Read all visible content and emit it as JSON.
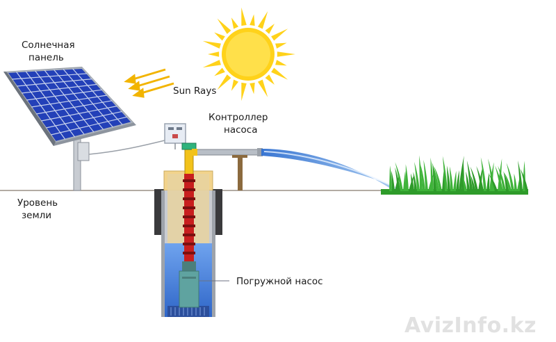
{
  "labels": {
    "solar_panel_line1": "Солнечная",
    "solar_panel_line2": "панель",
    "sun_rays": "Sun Rays",
    "controller_line1": "Контроллер",
    "controller_line2": "насоса",
    "ground_line1": "Уровень",
    "ground_line2": "земли",
    "pump": "Погружной насос"
  },
  "watermark": "AvizInfo.kz",
  "colors": {
    "sun": "#FFD21A",
    "panel_cell": "#1F3FB8",
    "panel_frame": "#9FA6B0",
    "pipe_riser": "#C81E1E",
    "casing_top": "#F2D38C",
    "water": "#3E7DE0",
    "pump_body": "#5FA3A0",
    "jet": "#4A86D6",
    "grass": "#2E9B2A"
  },
  "icons": [
    "sun-icon",
    "solar-panel-icon",
    "controller-box-icon",
    "grass-icon"
  ]
}
